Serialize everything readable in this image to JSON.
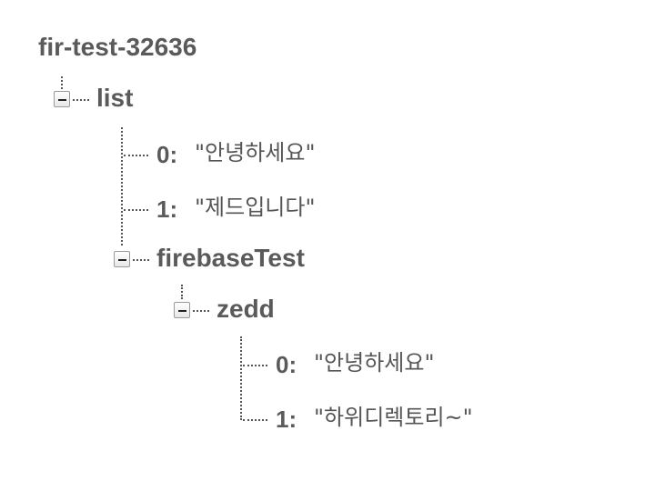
{
  "tree": {
    "root": "fir-test-32636",
    "list": {
      "label": "list",
      "items": [
        {
          "key": "0:",
          "value": "\"안녕하세요\""
        },
        {
          "key": "1:",
          "value": "\"제드입니다\""
        }
      ]
    },
    "firebaseTest": {
      "label": "firebaseTest",
      "zedd": {
        "label": "zedd",
        "items": [
          {
            "key": "0:",
            "value": "\"안녕하세요\""
          },
          {
            "key": "1:",
            "value": "\"하위디렉토리~\""
          }
        ]
      }
    }
  },
  "colors": {
    "text": "#5a5a5a",
    "line": "#555555"
  },
  "icons": {
    "collapse": "minus-box-icon"
  }
}
